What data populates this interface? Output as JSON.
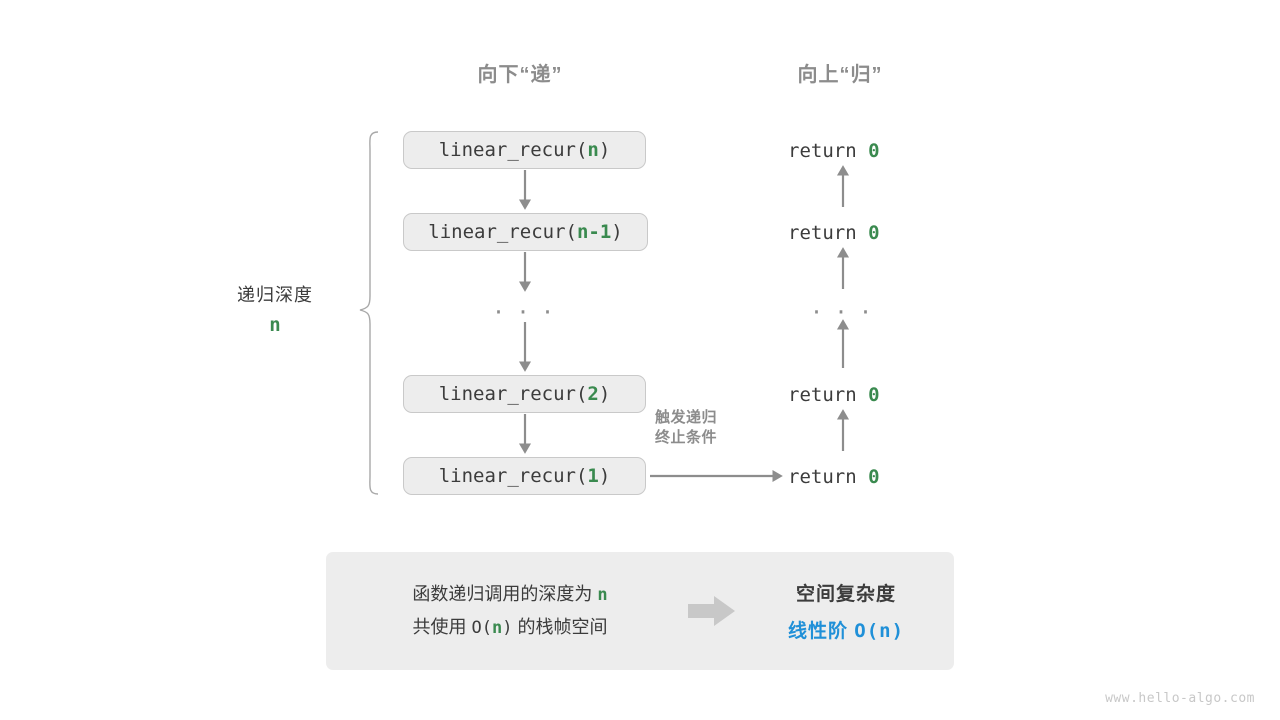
{
  "headers": {
    "down": "向下“递”",
    "up": "向上“归”"
  },
  "depth": {
    "label": "递归深度",
    "value": "n"
  },
  "calls": [
    {
      "prefix": "linear_recur(",
      "arg": "n",
      "suffix": ")"
    },
    {
      "prefix": "linear_recur(",
      "arg": "n-1",
      "suffix": ")"
    },
    {
      "prefix": "linear_recur(",
      "arg": "2",
      "suffix": ")"
    },
    {
      "prefix": "linear_recur(",
      "arg": "1",
      "suffix": ")"
    }
  ],
  "ellipsis": "· · ·",
  "returns": [
    {
      "keyword": "return",
      "value": "0"
    },
    {
      "keyword": "return",
      "value": "0"
    },
    {
      "keyword": "return",
      "value": "0"
    },
    {
      "keyword": "return",
      "value": "0"
    }
  ],
  "trigger_note": {
    "line1": "触发递归",
    "line2": "终止条件"
  },
  "summary": {
    "left_line1_pre": "函数递归调用的深度为",
    "left_line1_var": "n",
    "left_line2_pre": "共使用",
    "left_line2_expr": "O(",
    "left_line2_var": "n",
    "left_line2_expr_end": ")",
    "left_line2_post": "的栈帧空间",
    "right_title": "空间复杂度",
    "right_value_label": "线性阶",
    "right_value_expr": "O(n)"
  },
  "watermark": "www.hello-algo.com",
  "colors": {
    "green": "#3a8a4f",
    "blue": "#2090d8",
    "gray_text": "#8c8c8c",
    "dark_text": "#3c3c3c",
    "box_fill": "#ededed",
    "box_border": "#c9c9c9",
    "arrow": "#8d8d8d",
    "watermark": "#c8c8c8"
  }
}
